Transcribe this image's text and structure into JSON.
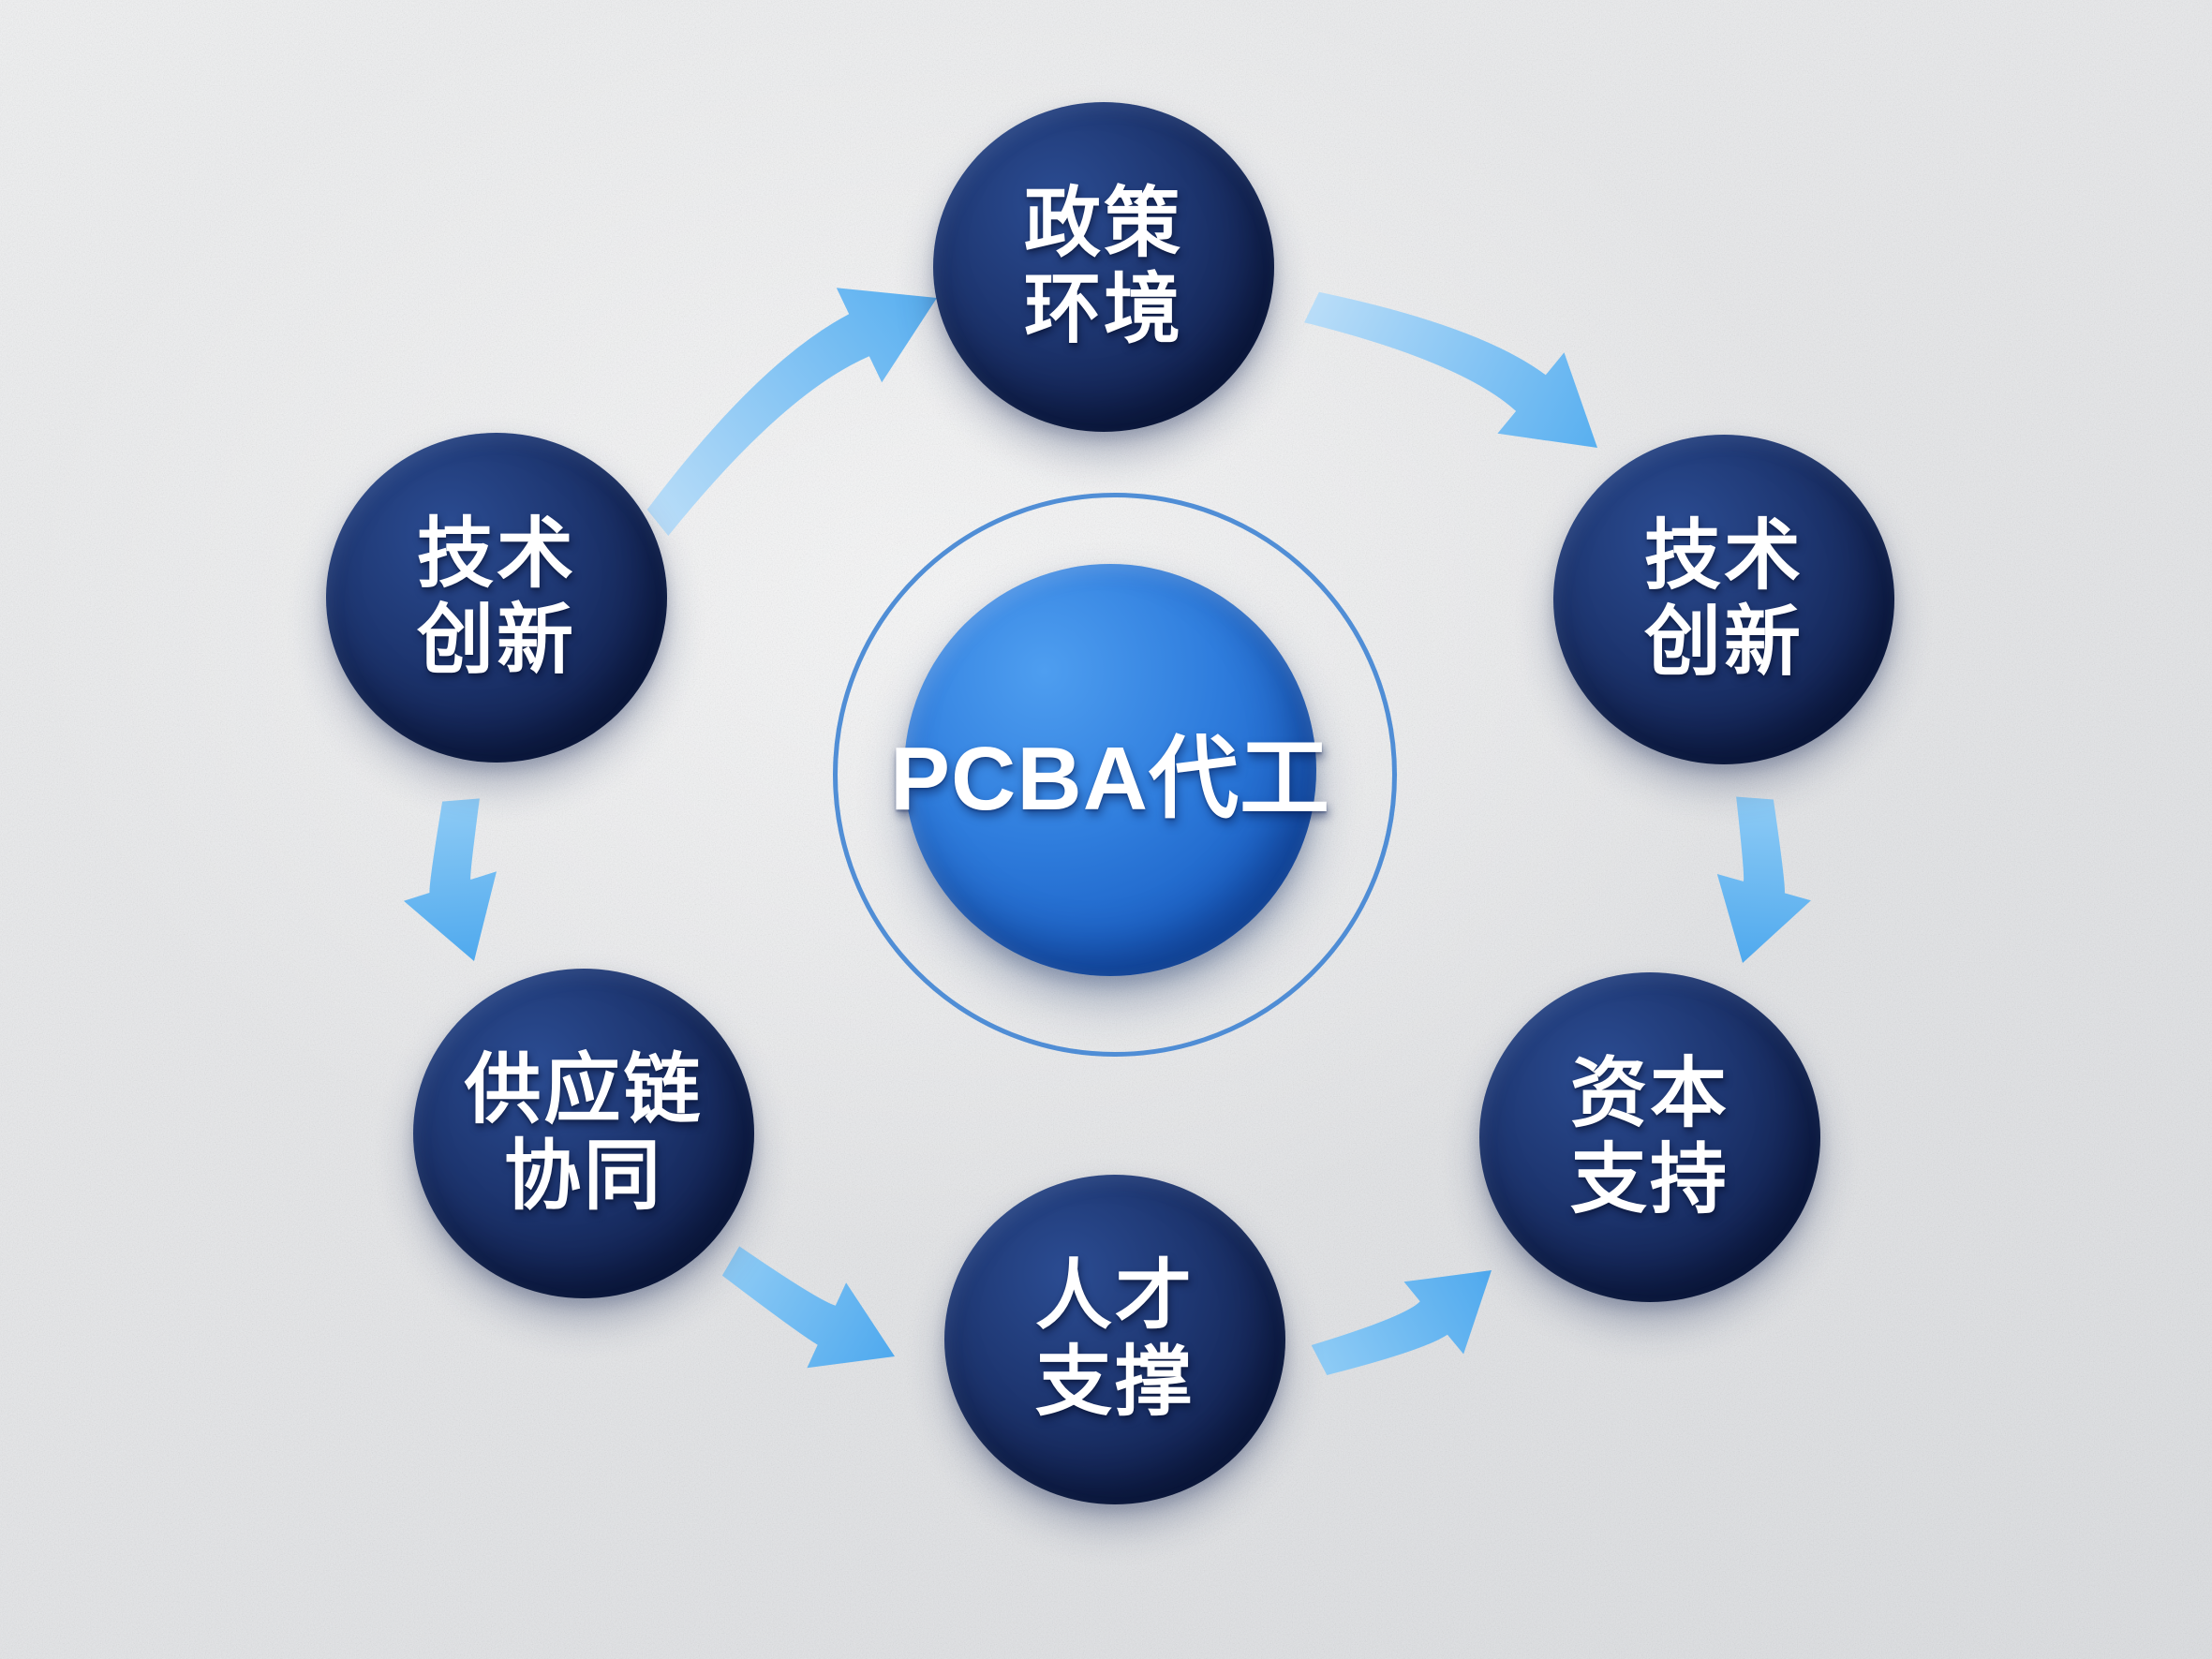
{
  "center": {
    "label": "PCBA代工"
  },
  "nodes": [
    {
      "id": "policy-environment",
      "lines": [
        "政策",
        "环境"
      ]
    },
    {
      "id": "tech-innovation-right",
      "lines": [
        "技术",
        "创新"
      ]
    },
    {
      "id": "capital-support",
      "lines": [
        "资本",
        "支持"
      ]
    },
    {
      "id": "talent-support",
      "lines": [
        "人才",
        "支撑"
      ]
    },
    {
      "id": "supply-chain-synergy",
      "lines": [
        "供应链",
        "协同"
      ]
    },
    {
      "id": "tech-innovation-left",
      "lines": [
        "技术",
        "创新"
      ]
    }
  ],
  "arrows": [
    {
      "name": "arrow-tech-left-to-policy",
      "from": "tech-innovation-left",
      "to": "policy-environment"
    },
    {
      "name": "arrow-policy-to-tech-right",
      "from": "policy-environment",
      "to": "tech-innovation-right"
    },
    {
      "name": "arrow-tech-right-to-capital",
      "from": "tech-innovation-right",
      "to": "capital-support"
    },
    {
      "name": "arrow-tech-left-to-supply",
      "from": "tech-innovation-left",
      "to": "supply-chain-synergy"
    },
    {
      "name": "arrow-supply-to-talent",
      "from": "supply-chain-synergy",
      "to": "talent-support"
    },
    {
      "name": "arrow-talent-to-capital",
      "from": "talent-support",
      "to": "capital-support"
    }
  ],
  "colors": {
    "background": "#e8e9eb",
    "node_fill_light": "#2b4c92",
    "node_fill_mid": "#1d356f",
    "node_fill_dark": "#0c1a42",
    "center_fill_light": "#4e9ef0",
    "center_fill_mid": "#2f7ddd",
    "center_fill_dark": "#1254b2",
    "ring": "#4286d4",
    "text": "#ffffff",
    "arrow_tail_light": "#b9ddf8",
    "arrow_head_light": "#58aff0",
    "arrow_tail_short": "#8ecbf5",
    "arrow_head_short": "#4fa9ee"
  }
}
